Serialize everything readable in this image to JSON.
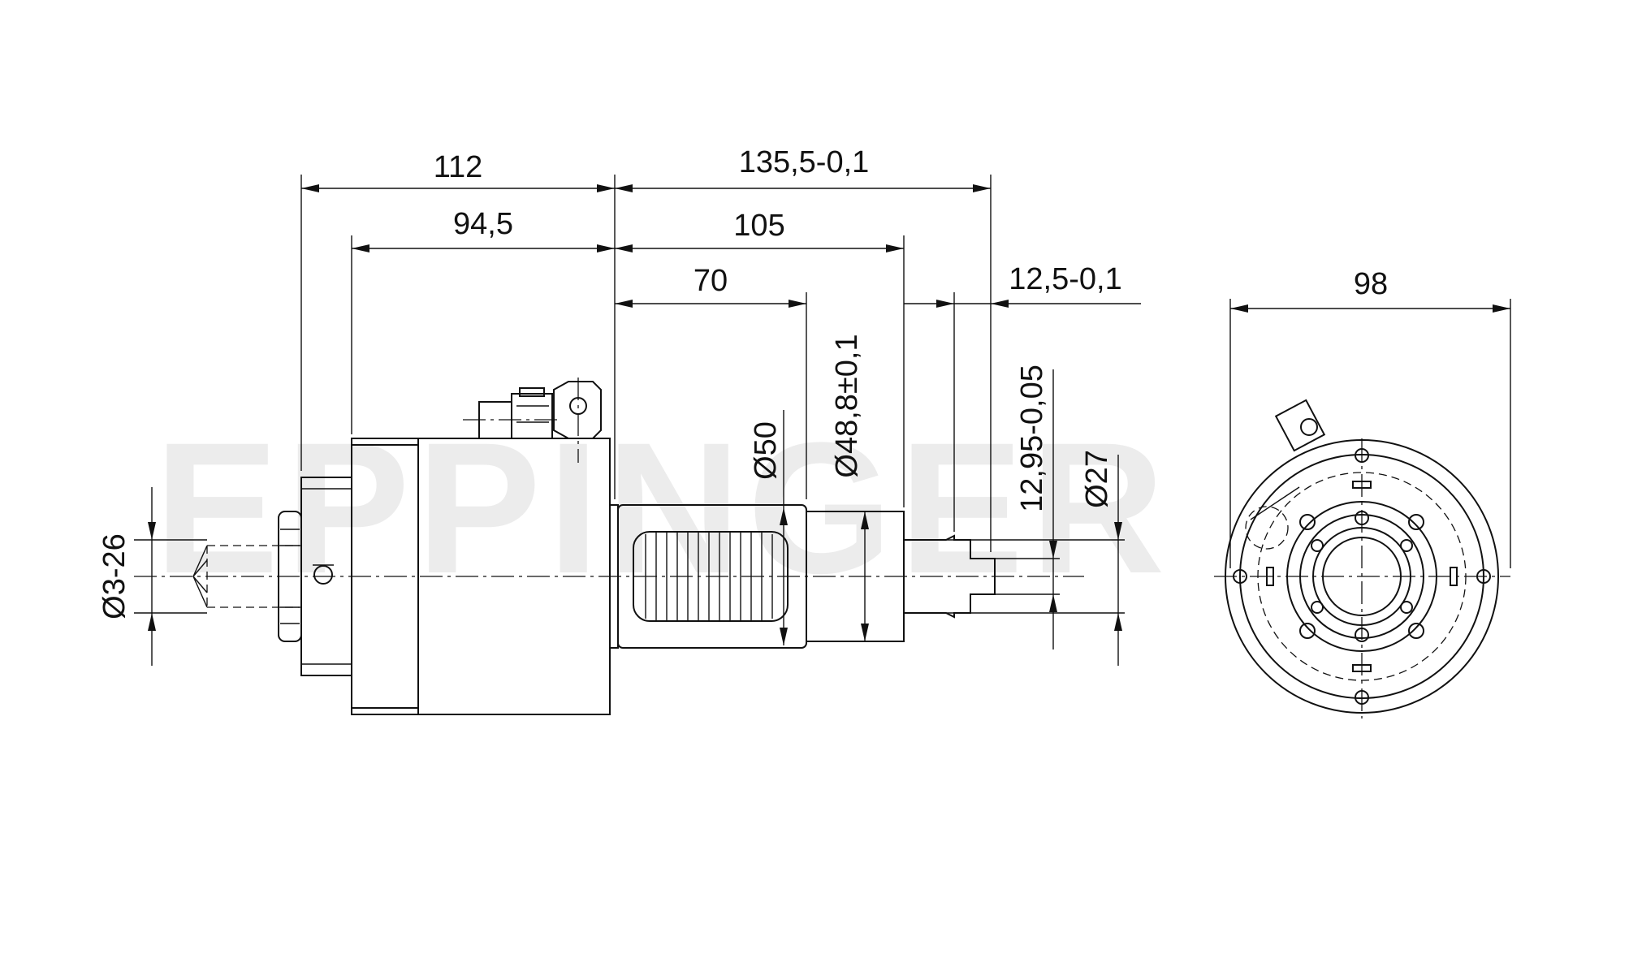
{
  "watermark": {
    "text": "EPPINGER",
    "color": "#ececec"
  },
  "line_color": "#111111",
  "dimensions": {
    "overall_left_length": "112",
    "housing_length": "94,5",
    "tool_length": "135,5-0,1",
    "length_105": "105",
    "length_70": "70",
    "shank_length": "12,5-0,1",
    "front_view_width": "98",
    "diameter_clamping_range": "Ø3-26",
    "diameter_50": "Ø50",
    "diameter_48_8": "Ø48,8±0,1",
    "shank_width": "12,95-0,05",
    "diameter_27": "Ø27"
  }
}
